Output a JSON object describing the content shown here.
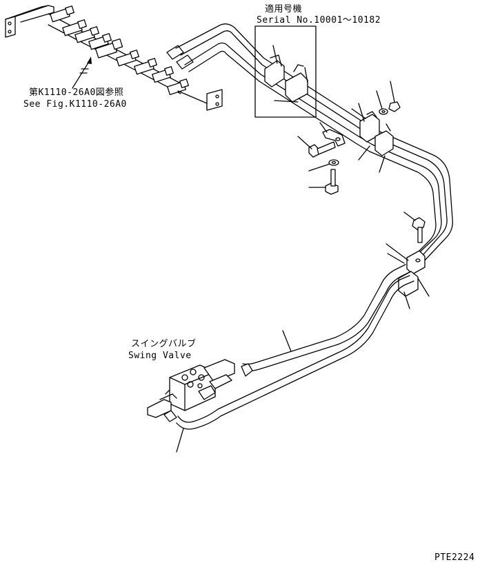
{
  "serial_note": {
    "title": "適用号機",
    "range": "Serial No.10001～10182"
  },
  "reference_note": {
    "jp": "第K1110-26A0図参照",
    "en": "See Fig.K1110-26A0"
  },
  "swing_valve": {
    "jp": "スイングバルブ",
    "en": "Swing Valve"
  },
  "figure_code": "PTE2224"
}
